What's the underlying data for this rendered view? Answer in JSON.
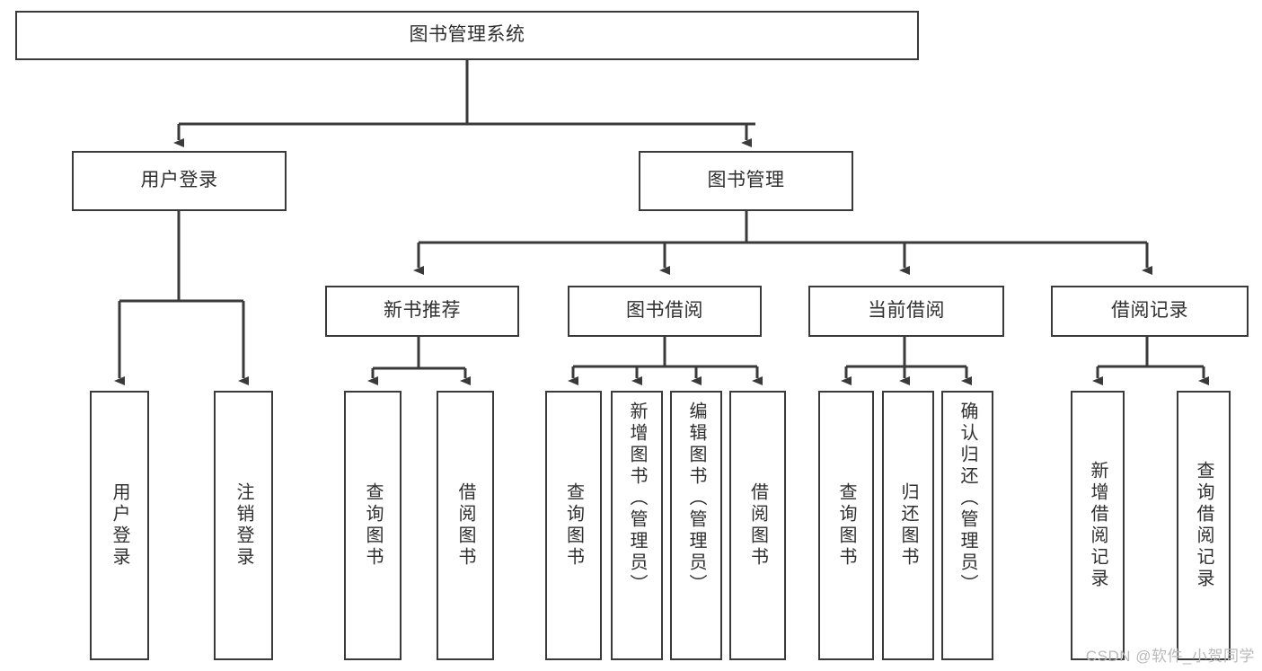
{
  "diagram": {
    "title": "图书管理系统",
    "type": "tree-hierarchy",
    "watermark": "CSDN @软件_小贺同学",
    "colors": {
      "stroke": "#3a3a3a",
      "text": "#2f2f2f",
      "background": "#ffffff",
      "watermark": "#b9b9b9"
    },
    "nodes": {
      "root": {
        "label": "图书管理系统"
      },
      "level2": [
        {
          "id": "user-login",
          "label": "用户登录"
        },
        {
          "id": "book-manage",
          "label": "图书管理"
        }
      ],
      "level3": [
        {
          "id": "new-book-recommend",
          "label": "新书推荐"
        },
        {
          "id": "book-borrow",
          "label": "图书借阅"
        },
        {
          "id": "current-borrow",
          "label": "当前借阅"
        },
        {
          "id": "borrow-record",
          "label": "借阅记录"
        }
      ],
      "leaves": {
        "user_login": [
          {
            "id": "leaf-user-login",
            "label": "用户登录"
          },
          {
            "id": "leaf-logout-login",
            "label": "注销登录"
          }
        ],
        "new_book_recommend": [
          {
            "id": "leaf-query-book-1",
            "label": "查询图书"
          },
          {
            "id": "leaf-borrow-book-1",
            "label": "借阅图书"
          }
        ],
        "book_borrow": [
          {
            "id": "leaf-query-book-2",
            "label": "查询图书"
          },
          {
            "id": "leaf-add-book",
            "label": "新增图书（管理员）"
          },
          {
            "id": "leaf-edit-book",
            "label": "编辑图书（管理员）"
          },
          {
            "id": "leaf-borrow-book-2",
            "label": "借阅图书"
          }
        ],
        "current_borrow": [
          {
            "id": "leaf-query-book-3",
            "label": "查询图书"
          },
          {
            "id": "leaf-return-book",
            "label": "归还图书"
          },
          {
            "id": "leaf-confirm-return",
            "label": "确认归还（管理员）"
          }
        ],
        "borrow_record": [
          {
            "id": "leaf-add-record",
            "label": "新增借阅记录"
          },
          {
            "id": "leaf-query-record",
            "label": "查询借阅记录"
          }
        ]
      }
    }
  }
}
